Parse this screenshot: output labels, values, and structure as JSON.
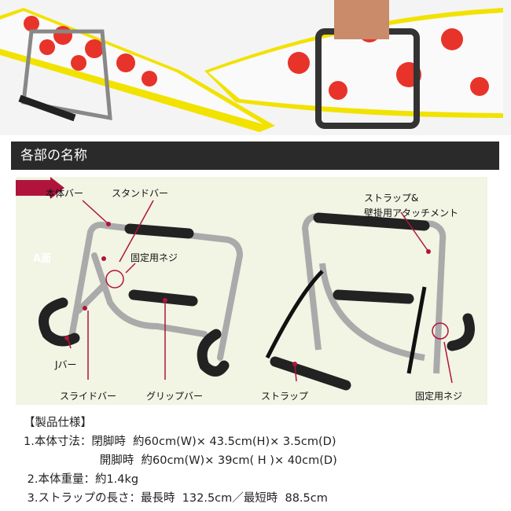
{
  "section_title": "各部の名称",
  "diagram": {
    "badge": "A面",
    "labels": {
      "body_bar": "本体バー",
      "stand_bar": "スタンドバー",
      "fix_screw_left": "固定用ネジ",
      "j_bar": "Jバー",
      "slide_bar": "スライドバー",
      "grip_bar": "グリップバー",
      "strap_attach_1": "ストラップ&",
      "strap_attach_2": "壁掛用アタッチメント",
      "strap": "ストラップ",
      "fix_screw_right": "固定用ネジ"
    },
    "accent": "#b0143c"
  },
  "spec": {
    "heading": "【製品仕様】",
    "lines": [
      "1.本体寸法：閉脚時  約60cm(W)× 43.5cm(H)× 3.5cm(D)",
      "                     開脚時  約60cm(W)× 39cm( H )× 40cm(D)",
      " 2.本体重量：約1.4kg",
      " 3.ストラップの長さ：最長時  132.5cm／最短時  88.5cm"
    ]
  }
}
